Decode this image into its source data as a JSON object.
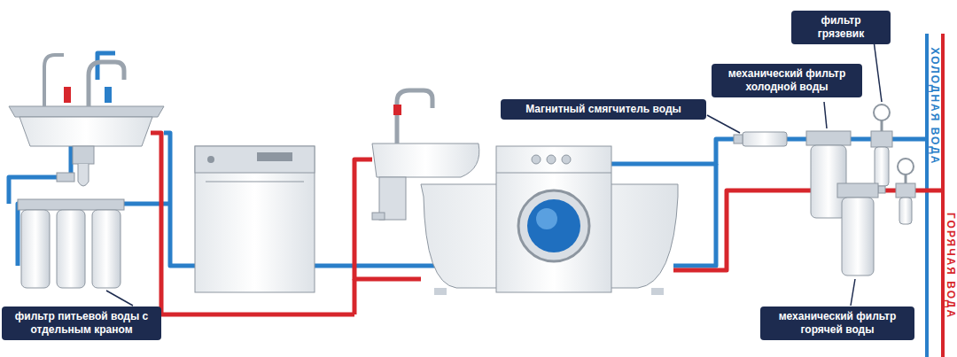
{
  "diagram": {
    "nodes": [
      {
        "text": [
          "фильтр грязевик"
        ]
      },
      {
        "text": [
          "механический фильтр холодной воды"
        ]
      },
      {
        "text": [
          "Магнитный смягчитель воды"
        ]
      },
      {
        "text": [
          "фильтр питьевой воды с отдельным краном"
        ]
      },
      {
        "text": [
          "механический фильтр горячей воды"
        ]
      }
    ],
    "labels": [
      "ХОЛОДНАЯ ВОДА",
      "ГОРЯЧАЯ ВОДА"
    ]
  }
}
